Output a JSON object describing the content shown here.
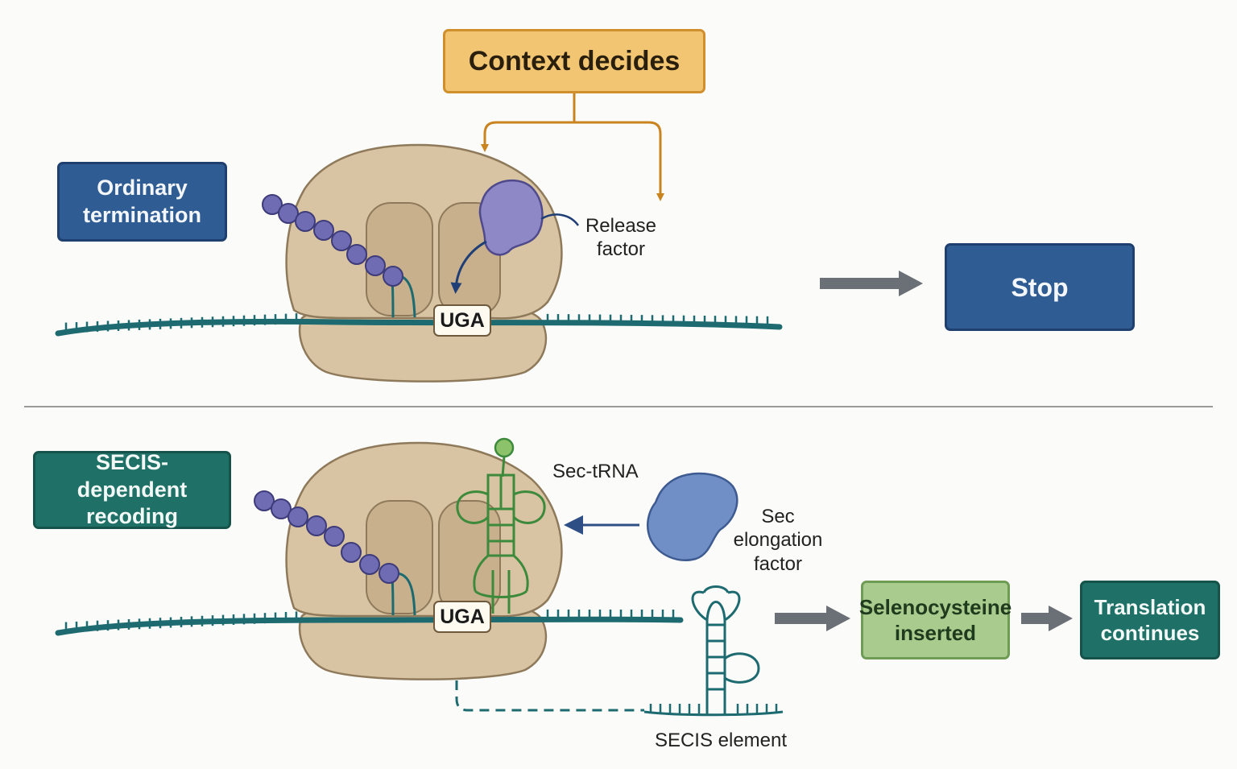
{
  "context": {
    "label": "Context decides"
  },
  "top": {
    "pathway_label": "Ordinary termination",
    "codon": "UGA",
    "release_factor_label": "Release factor",
    "outcome_label": "Stop"
  },
  "bottom": {
    "pathway_label": "SECIS-dependent recoding",
    "codon": "UGA",
    "trna_label": "Sec-tRNA",
    "elongation_factor_label": "Sec elongation factor",
    "secis_label": "SECIS element",
    "outcome1_label": "Selenocysteine inserted",
    "outcome2_label": "Translation continues"
  },
  "colors": {
    "ribosome": "#d8c4a2",
    "mrna": "#1d6b70",
    "peptide_bead": "#6f6cb3",
    "release_factor": "#8f88c7",
    "sec_factor": "#6f8fc6",
    "trna": "#3d8a3c",
    "context_arrow": "#c9841f",
    "flow_arrow": "#6b7077",
    "blue_box": "#2f5c93",
    "teal_box": "#1f7167",
    "green_box": "#a9cc8e"
  }
}
